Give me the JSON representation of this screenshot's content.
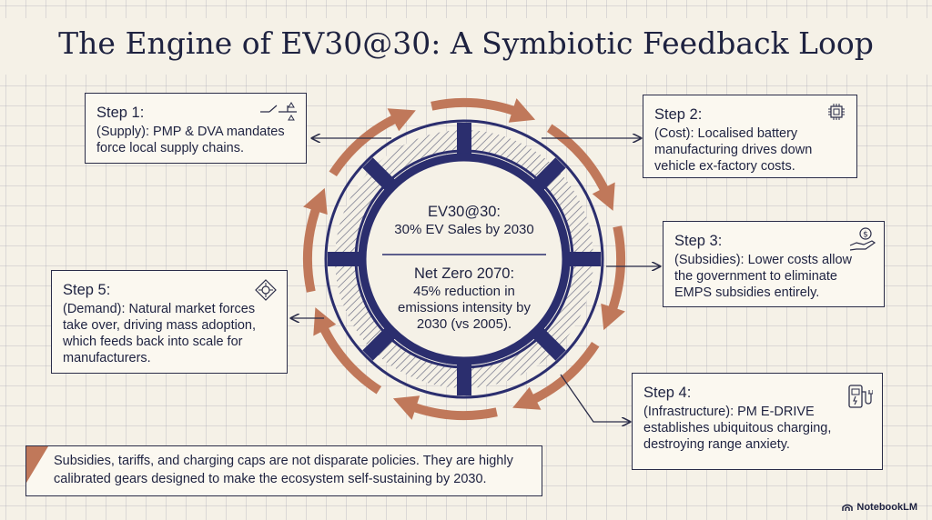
{
  "title": "The Engine of EV30@30: A Symbiotic Feedback Loop",
  "steps": [
    {
      "head": "Step 1:",
      "body": "(Supply): PMP & DVA mandates force local supply chains.",
      "icon": "circuit-switch-icon"
    },
    {
      "head": "Step 2:",
      "body": "(Cost): Localised battery manufacturing drives down vehicle ex-factory costs.",
      "icon": "chip-icon"
    },
    {
      "head": "Step 3:",
      "body": "(Subsidies): Lower costs allow the government to eliminate EMPS subsidies entirely.",
      "icon": "hand-coin-icon"
    },
    {
      "head": "Step 4:",
      "body": "(Infrastructure): PM E-DRIVE establishes ubiquitous charging, destroying range anxiety.",
      "icon": "charging-station-icon"
    },
    {
      "head": "Step 5:",
      "body": "(Demand): Natural market forces take over, driving mass adoption, which feeds back into scale for manufacturers.",
      "icon": "crosshair-target-icon"
    }
  ],
  "center": {
    "goal_title": "EV30@30:",
    "goal_text": "30% EV Sales by 2030",
    "net_title": "Net Zero 2070:",
    "net_text": "45% reduction in emissions intensity by 2030 (vs 2005)."
  },
  "note": "Subsidies, tariffs, and charging caps are not disparate policies. They are highly calibrated gears designed to make the ecosystem self-sustaining by 2030.",
  "brand": "NotebookLM",
  "colors": {
    "navy": "#2b2e6e",
    "arrow": "#c0785a",
    "ink": "#1e2240"
  }
}
